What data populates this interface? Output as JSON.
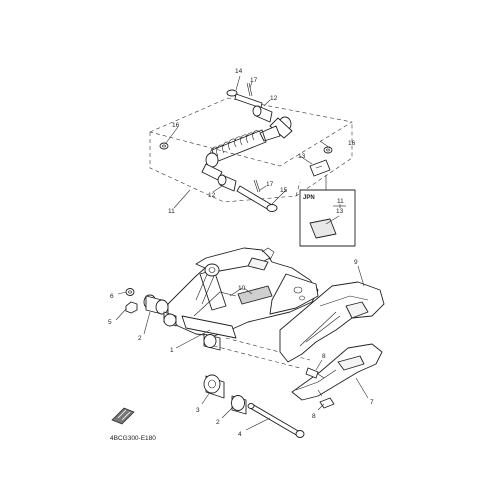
{
  "diagram_code": "4BCG300-E180",
  "inset_label": "JPN",
  "callouts": {
    "p1": "1",
    "p2a": "2",
    "p2b": "2",
    "p3": "3",
    "p4": "4",
    "p5": "5",
    "p6": "6",
    "p7": "7",
    "p8a": "8",
    "p8b": "8",
    "p9": "9",
    "p10": "10",
    "p11": "11",
    "p12a": "12",
    "p12b": "12",
    "p13": "13",
    "p14": "14",
    "p15": "15",
    "p16a": "16",
    "p16b": "16",
    "p17a": "17",
    "p17b": "17",
    "inset_11": "11",
    "inset_13": "13"
  }
}
